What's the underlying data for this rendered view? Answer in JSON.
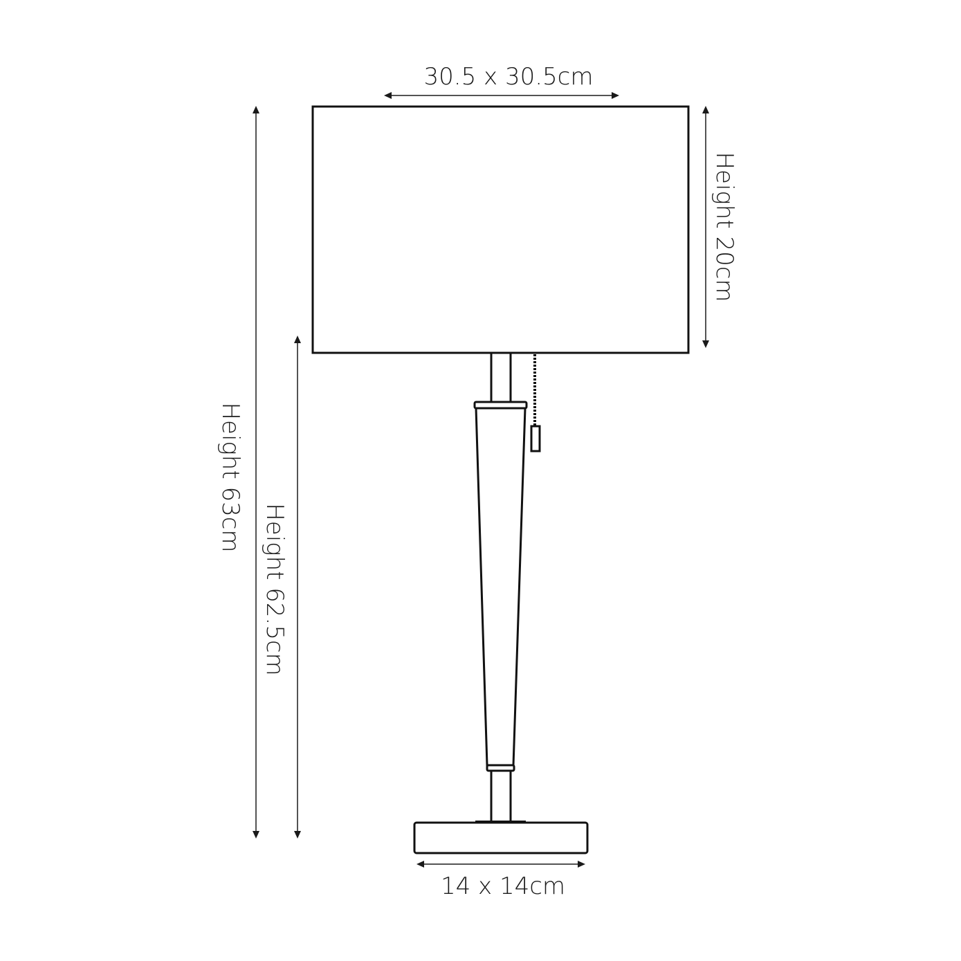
{
  "diagram": {
    "subject": "Table lamp dimension drawing",
    "colors": {
      "line": "#111111",
      "background": "#ffffff"
    },
    "labels": {
      "shade_width": "30.5 x 30.5cm",
      "shade_height": "Height 20cm",
      "total_height": "Height 63cm",
      "base_to_shade_height": "Height 62.5cm",
      "base_width": "14 x 14cm"
    },
    "parts": [
      "lamp-shade",
      "upper-stem",
      "upper-collar",
      "tapered-column",
      "lower-collar",
      "lower-stem",
      "base-plate",
      "base",
      "pull-chain",
      "pull-chain-fob"
    ]
  }
}
